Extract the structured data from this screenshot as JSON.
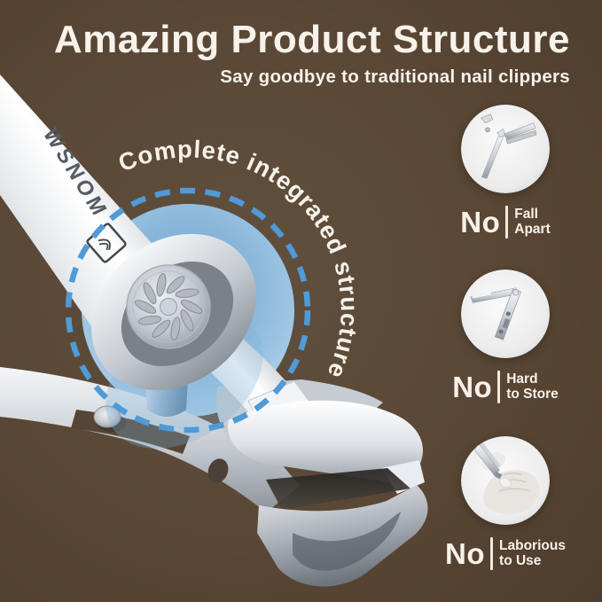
{
  "header": {
    "title": "Amazing Product Structure",
    "subtitle": "Say goodbye to traditional nail clippers"
  },
  "hero": {
    "curved_label": "Complete integrated structure",
    "brand": "WSNOM",
    "accent_blue": "#4f9ad7",
    "highlight_fill": "#8cb7dc"
  },
  "drawbacks": [
    {
      "no": "No",
      "lines": [
        "Fall",
        "Apart"
      ],
      "photo": "clipper-fallen-apart"
    },
    {
      "no": "No",
      "lines": [
        "Hard",
        "to Store"
      ],
      "photo": "clipper-lever-extended"
    },
    {
      "no": "No",
      "lines": [
        "Laborious",
        "to Use"
      ],
      "photo": "hands-straining-clipper"
    }
  ],
  "colors": {
    "background": "#5a4735",
    "text": "#f7f2ea"
  }
}
